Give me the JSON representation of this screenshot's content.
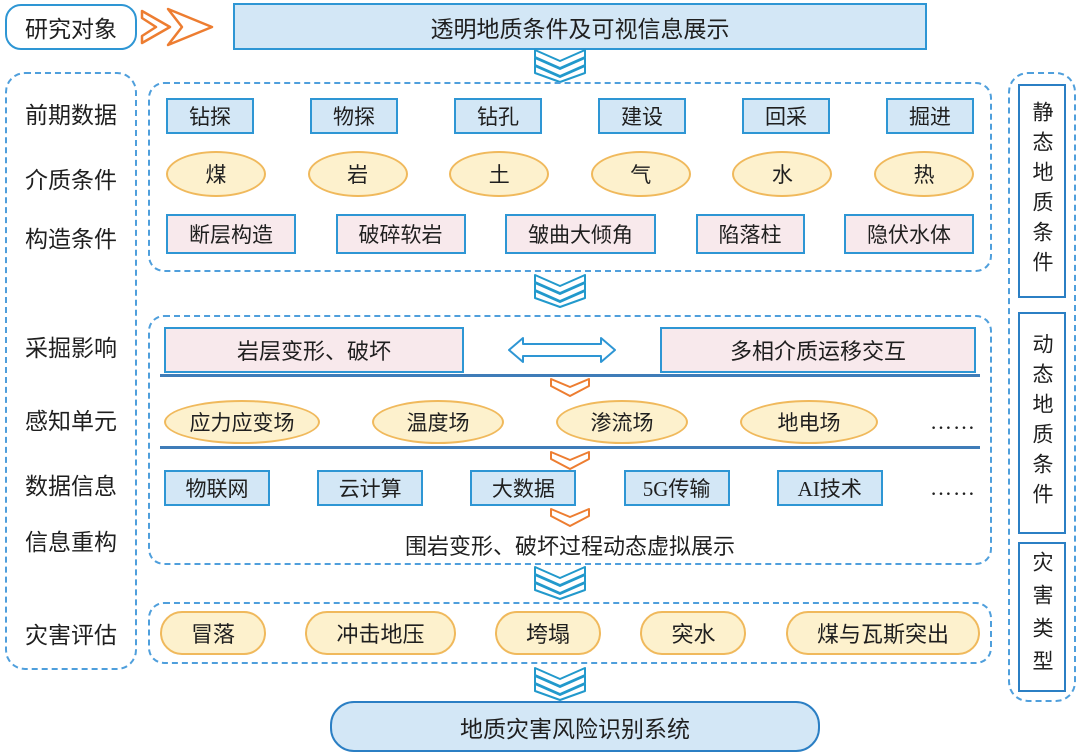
{
  "header": {
    "research_object": "研究对象",
    "title": "透明地质条件及可视信息展示"
  },
  "left_labels": [
    "前期数据",
    "介质条件",
    "构造条件",
    "采掘影响",
    "感知单元",
    "数据信息",
    "信息重构",
    "灾害评估"
  ],
  "right_labels": [
    "静态地质条件",
    "动态地质条件",
    "灾害类型"
  ],
  "section1": {
    "row1": [
      "钻探",
      "物探",
      "钻孔",
      "建设",
      "回采",
      "掘进"
    ],
    "row2": [
      "煤",
      "岩",
      "土",
      "气",
      "水",
      "热"
    ],
    "row3": [
      "断层构造",
      "破碎软岩",
      "皱曲大倾角",
      "陷落柱",
      "隐伏水体"
    ]
  },
  "section2": {
    "pair": [
      "岩层变形、破坏",
      "多相介质运移交互"
    ],
    "fields": [
      "应力应变场",
      "温度场",
      "渗流场",
      "地电场"
    ],
    "fields_more": "……",
    "tech": [
      "物联网",
      "云计算",
      "大数据",
      "5G传输",
      "AI技术"
    ],
    "tech_more": "……",
    "caption": "围岩变形、破坏过程动态虚拟展示"
  },
  "section3": {
    "hazards": [
      "冒落",
      "冲击地压",
      "垮塌",
      "突水",
      "煤与瓦斯突出"
    ]
  },
  "footer": {
    "title": "地质灾害风险识别系统"
  },
  "colors": {
    "box_border_blue": "#2e96d4",
    "box_fill_blue": "#d3e7f6",
    "box_fill_pink": "#f8e9ec",
    "ellipse_fill_yellow": "#fdf1cd",
    "ellipse_border_orange": "#f0b95c",
    "arrow_orange": "#ed7d31",
    "dashed_border_blue": "#4f9fdc",
    "separator_blue": "#3f7cb8"
  }
}
